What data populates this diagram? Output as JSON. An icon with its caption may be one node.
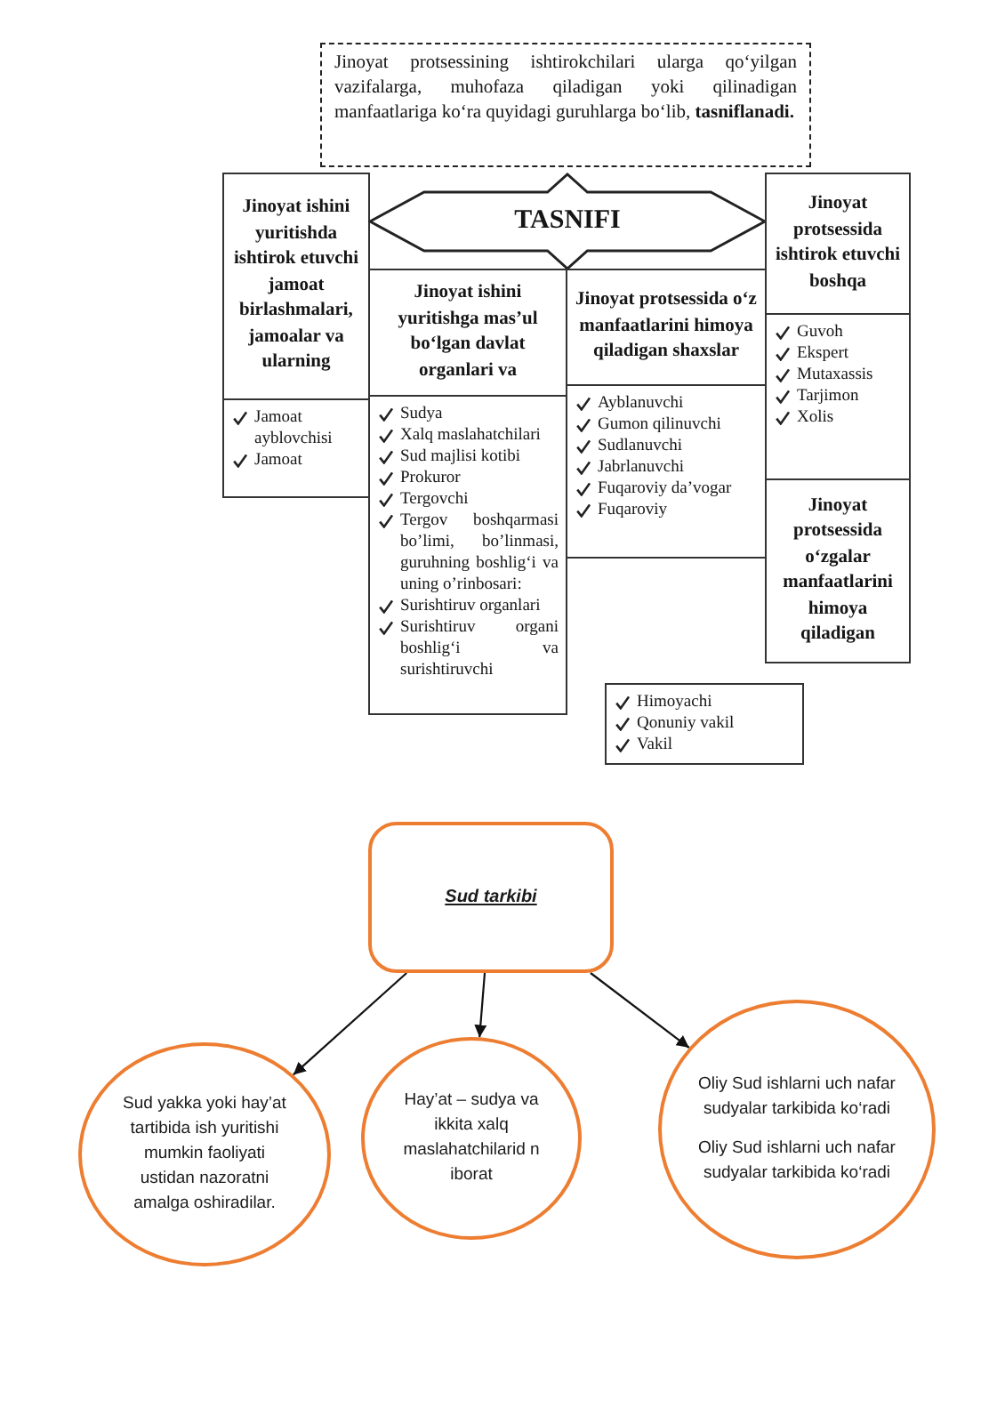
{
  "diagram": {
    "nodes": [
      {
        "text": [
          "Jinoyat protsessining ishtirokchilari ularga qo‘yilgan vazifalarga, muhofaza qiladigan yoki qilinadigan manfaatlariga ko‘ra quyidagi guruhlarga bo‘lib, **tasniflanadi.**"
        ]
      },
      {
        "text": [
          "Jinoyat ishini yuritishda ishtirok etuvchi jamoat birlashmalari, jamoalar va ularning"
        ]
      },
      {
        "text": [
          "TASNIFI"
        ]
      },
      {
        "text": [
          "Jinoyat protsessida ishtirok etuvchi boshqa"
        ]
      },
      {
        "text": [
          "Jinoyat ishini yuritishga mas’ul bo‘lgan davlat organlari va"
        ]
      },
      {
        "text": [
          "Jinoyat protsessida o‘z manfaatlarini himoya qiladigan shaxslar"
        ]
      },
      {
        "text": [
          "Guvoh",
          "Ekspert",
          "Mutaxassis",
          "Tarjimon",
          "Xolis"
        ]
      },
      {
        "text": [
          "Jamoat ayblovchisi",
          "Jamoat"
        ]
      },
      {
        "text": [
          "Sudya",
          "Xalq maslahatchilari",
          "Sud majlisi kotibi",
          "Prokuror",
          "Tergovchi",
          "Tergov boshqarmasi bo’limi, bo’linmasi, guruhning boshlig‘i va uning o’rinbosari:",
          "Surishtiruv organlari",
          "Surishtiruv organi boshlig‘i va surishtiruvchi"
        ]
      },
      {
        "text": [
          "Ayblanuvchi",
          "Gumon qilinuvchi",
          "Sudlanuvchi",
          "Jabrlanuvchi",
          "Fuqaroviy da’vogar",
          "Fuqaroviy"
        ]
      },
      {
        "text": [
          "Jinoyat protsessida o‘zgalar manfaatlarini himoya qiladigan"
        ]
      },
      {
        "text": [
          "Himoyachi",
          "Qonuniy vakil",
          "Vakil"
        ]
      },
      {
        "text": [
          "Sud tarkibi"
        ]
      },
      {
        "text": [
          "Sud yakka yoki hay’at tartibida ish yuritishi mumkin faoliyati ustidan nazoratni amalga oshiradilar."
        ]
      },
      {
        "text": [
          "Hay’at – sudya va ikkita xalq maslahatchilarid n iborat"
        ]
      },
      {
        "text": [
          "Oliy Sud ishlarni uch nafar sudyalar tarkibida ko‘radi",
          "Oliy Sud ishlarni uch nafar sudyalar tarkibida ko‘radi"
        ]
      }
    ],
    "edges": [
      {
        "from": 12,
        "to": 13,
        "arrow": "to"
      },
      {
        "from": 12,
        "to": 14,
        "arrow": "to"
      },
      {
        "from": 12,
        "to": 15,
        "arrow": "to"
      }
    ]
  }
}
